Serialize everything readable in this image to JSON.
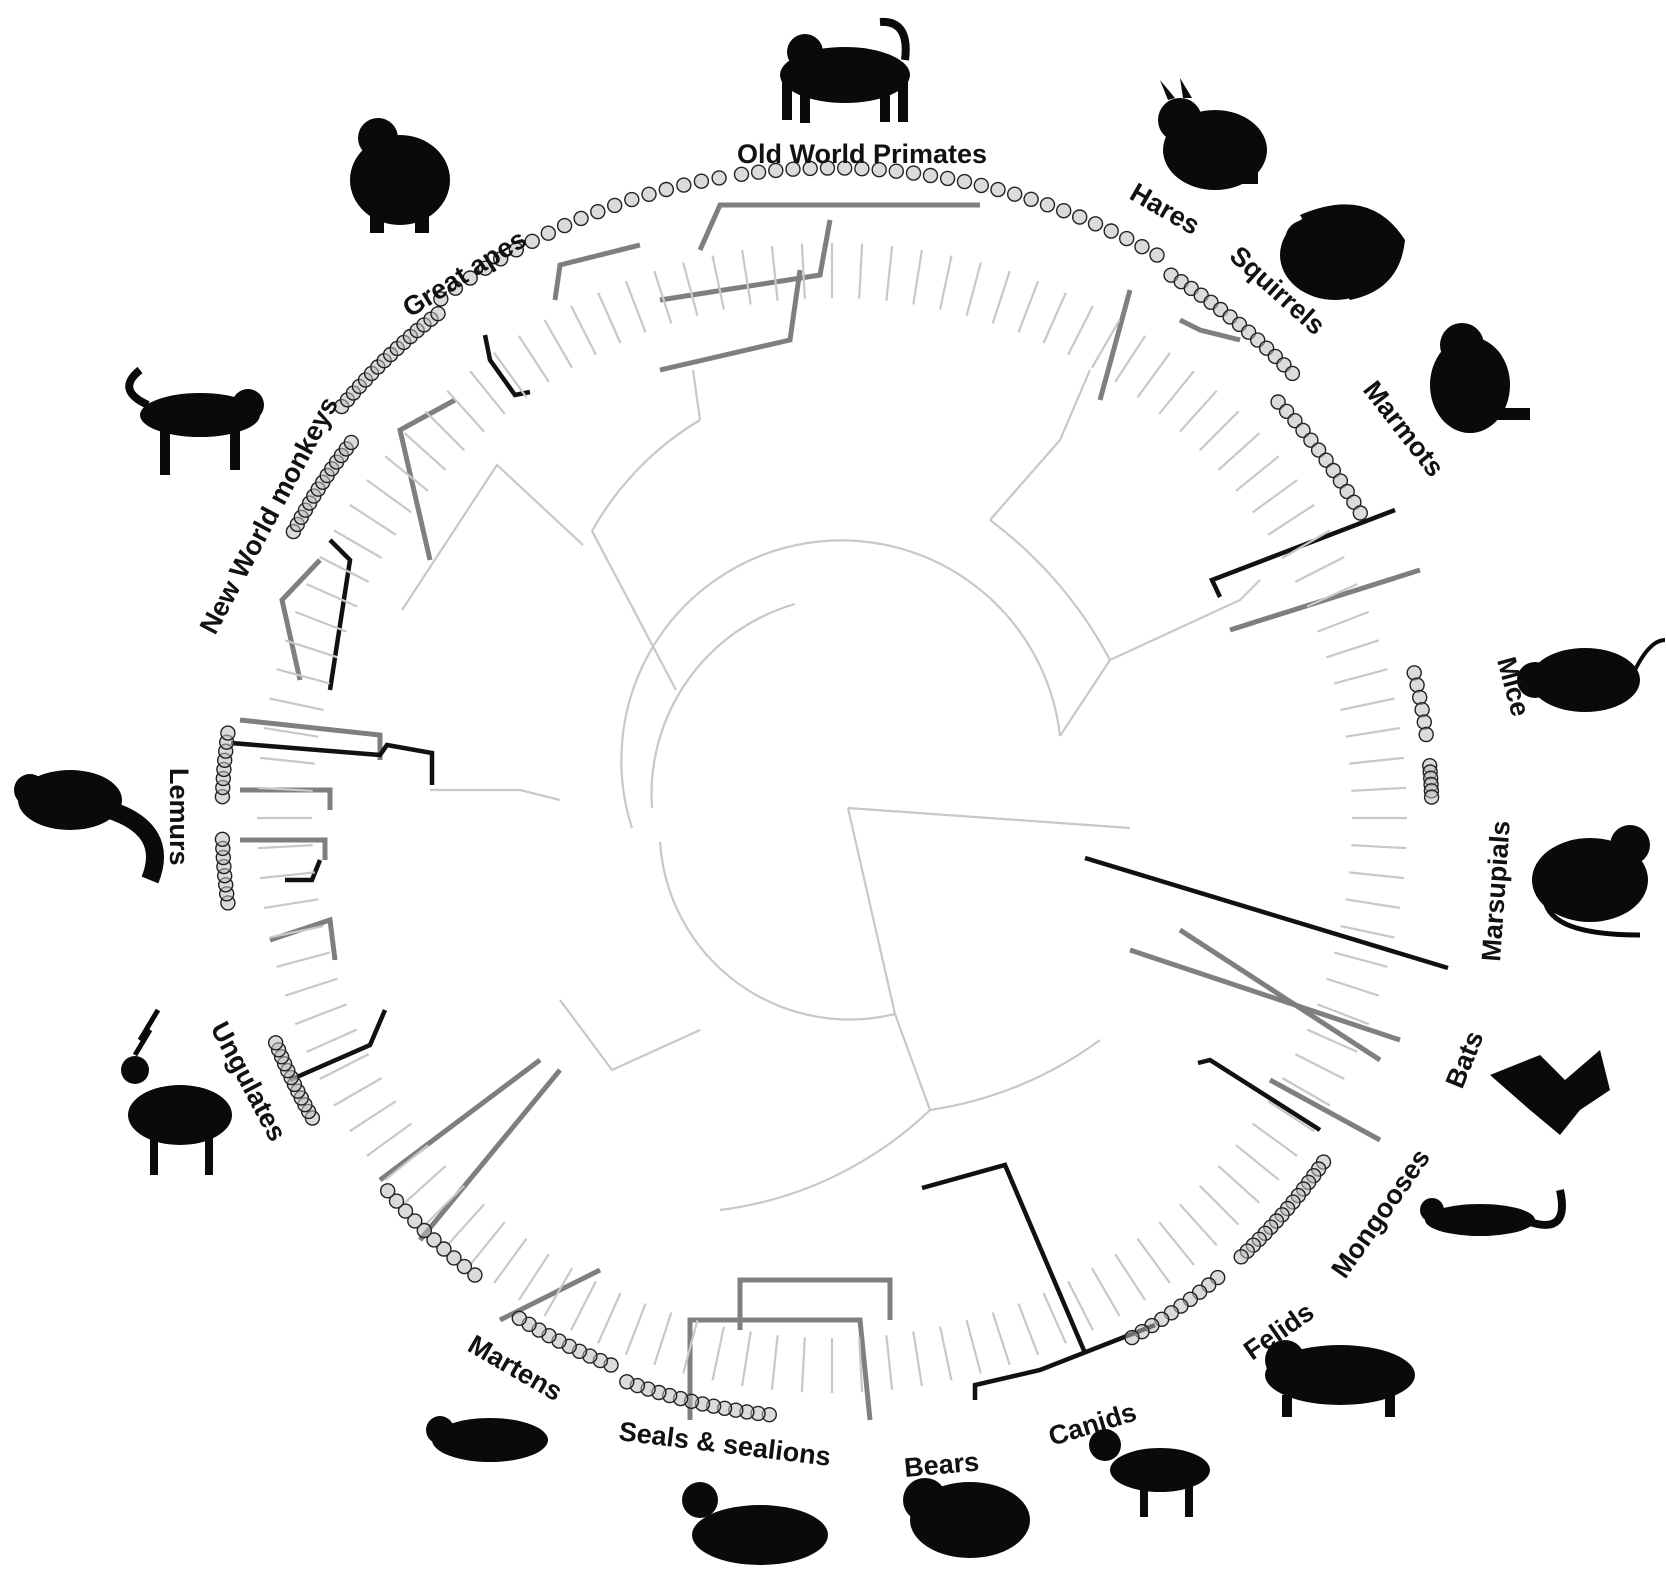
{
  "colors": {
    "light_branch": "#c8c8c8",
    "mid_branch": "#7f7f7f",
    "dark_branch": "#111111",
    "silhouette": "#0a0a0a",
    "background": "#ffffff"
  },
  "clades": [
    {
      "id": "old-world-primates",
      "label": "Old World Primates",
      "icon": "monkey-silhouette"
    },
    {
      "id": "hares",
      "label": "Hares",
      "icon": "hare-silhouette"
    },
    {
      "id": "squirrels",
      "label": "Squirrels",
      "icon": "squirrel-silhouette"
    },
    {
      "id": "marmots",
      "label": "Marmots",
      "icon": "marmot-silhouette"
    },
    {
      "id": "mice",
      "label": "Mice",
      "icon": "mouse-silhouette"
    },
    {
      "id": "marsupials",
      "label": "Marsupials",
      "icon": "opossum-silhouette"
    },
    {
      "id": "bats",
      "label": "Bats",
      "icon": "bat-silhouette"
    },
    {
      "id": "mongooses",
      "label": "Mongooses",
      "icon": "mongoose-silhouette"
    },
    {
      "id": "felids",
      "label": "Felids",
      "icon": "tiger-silhouette"
    },
    {
      "id": "canids",
      "label": "Canids",
      "icon": "wolf-silhouette"
    },
    {
      "id": "bears",
      "label": "Bears",
      "icon": "bear-silhouette"
    },
    {
      "id": "seals",
      "label": "Seals & sealions",
      "icon": "seal-silhouette"
    },
    {
      "id": "martens",
      "label": "Martens",
      "icon": "marten-silhouette"
    },
    {
      "id": "ungulates",
      "label": "Ungulates",
      "icon": "deer-silhouette"
    },
    {
      "id": "lemurs",
      "label": "Lemurs",
      "icon": "lemur-silhouette"
    },
    {
      "id": "new-world-monkeys",
      "label": "New World monkeys",
      "icon": "spider-monkey-silhouette"
    },
    {
      "id": "great-apes",
      "label": "Great apes",
      "icon": "gorilla-silhouette"
    }
  ]
}
